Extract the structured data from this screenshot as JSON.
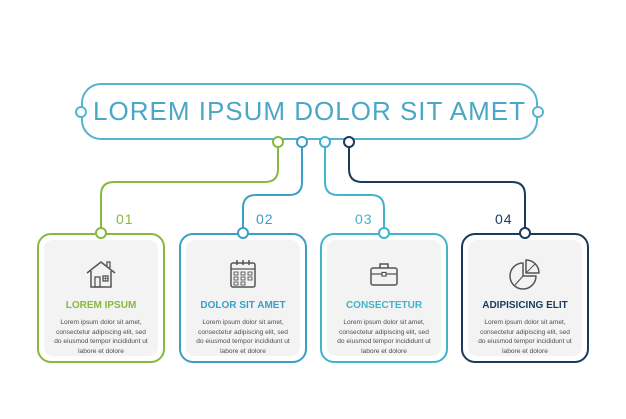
{
  "title": "LOREM IPSUM DOLOR SIT AMET",
  "colors": {
    "title": "#4ba7c8",
    "step1": "#88b83c",
    "step2": "#3d9ec6",
    "step3": "#42b4c9",
    "step4": "#1a3a5c",
    "card_fill": "#f3f3f3",
    "body_text": "#4d4d4d"
  },
  "steps": [
    {
      "number": "01",
      "title": "LOREM IPSUM",
      "icon": "house-icon",
      "body": "Lorem ipsum dolor sit amet, consectetur adipiscing elit, sed do eiusmod tempor incididunt ut labore et dolore"
    },
    {
      "number": "02",
      "title": "DOLOR SIT AMET",
      "icon": "calendar-icon",
      "body": "Lorem ipsum dolor sit amet, consectetur adipiscing elit, sed do eiusmod tempor incididunt ut labore et dolore"
    },
    {
      "number": "03",
      "title": "CONSECTETUR",
      "icon": "briefcase-icon",
      "body": "Lorem ipsum dolor sit amet, consectetur adipiscing elit, sed do eiusmod tempor incididunt ut labore et dolore"
    },
    {
      "number": "04",
      "title": "ADIPISICING ELIT",
      "icon": "pie-chart-icon",
      "body": "Lorem ipsum dolor sit amet, consectetur adipiscing elit, sed do eiusmod tempor incididunt ut labore et dolore"
    }
  ]
}
